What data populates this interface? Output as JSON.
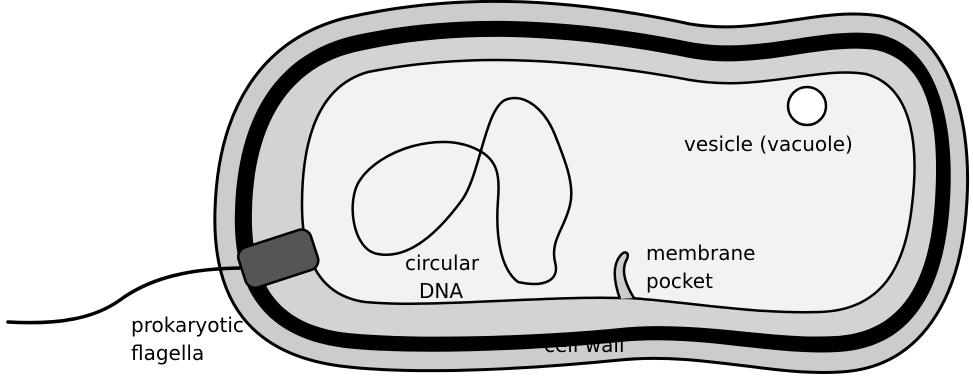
{
  "labels": {
    "vesicle": "vesicle (vacuole)",
    "dna_line1": "circular",
    "dna_line2": "DNA",
    "pocket_line1": "membrane",
    "pocket_line2": "pocket",
    "flagella_line1": "prokaryotic",
    "flagella_line2": "flagella",
    "cell_wall": "cell wall"
  },
  "colors": {
    "capsule": "#cccccc",
    "cell_wall": "#000000",
    "membrane_space": "#d3d3d3",
    "cytoplasm": "#f2f2f2",
    "flagellum_base": "#555555",
    "outline": "#000000"
  }
}
